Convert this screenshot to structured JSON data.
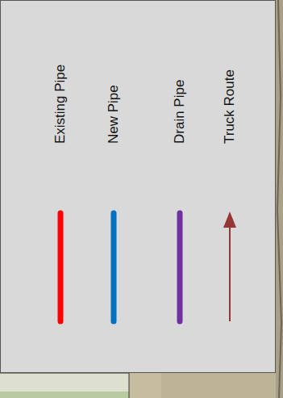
{
  "diagram": {
    "legend": [
      {
        "text": "Existing Pipe"
      },
      {
        "text": "New Pipe"
      },
      {
        "text": "Drain Pipe"
      },
      {
        "text": "Truck Route"
      }
    ]
  }
}
